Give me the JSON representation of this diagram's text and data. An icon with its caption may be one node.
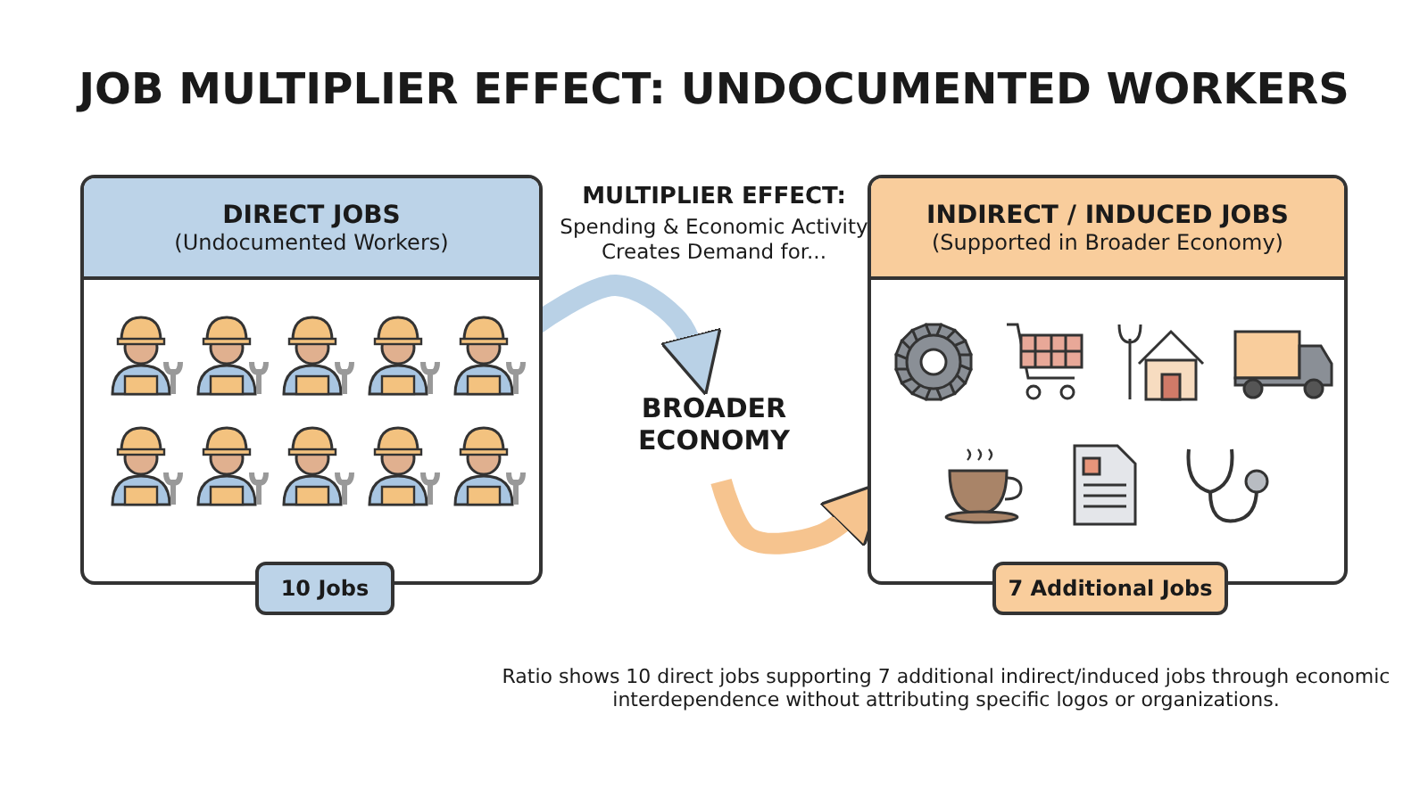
{
  "diagram": {
    "title": "JOB MULTIPLIER EFFECT: UNDOCUMENTED WORKERS",
    "caption": "Ratio shows 10 direct jobs supporting 7 additional indirect/induced jobs through economic interdependence without attributing specific logos or organizations.",
    "nodes": [
      {
        "text": [
          "DIRECT JOBS",
          "(Undocumented Workers)"
        ]
      },
      {
        "text": [
          "10 Jobs"
        ]
      },
      {
        "text": [
          "BROADER ECONOMY"
        ]
      },
      {
        "text": [
          "INDIRECT / INDUCED JOBS",
          "(Supported in Broader Economy)"
        ]
      },
      {
        "text": [
          "7 Additional Jobs"
        ]
      }
    ],
    "edges": [
      {
        "from": 0,
        "to": 2,
        "arrow": "to",
        "color": "#b9d1e6"
      },
      {
        "from": 2,
        "to": 3,
        "arrow": "to",
        "color": "#f6c48f"
      }
    ],
    "labels": [
      "MULTIPLIER EFFECT:",
      "Spending & Economic Activity Creates Demand for..."
    ]
  }
}
